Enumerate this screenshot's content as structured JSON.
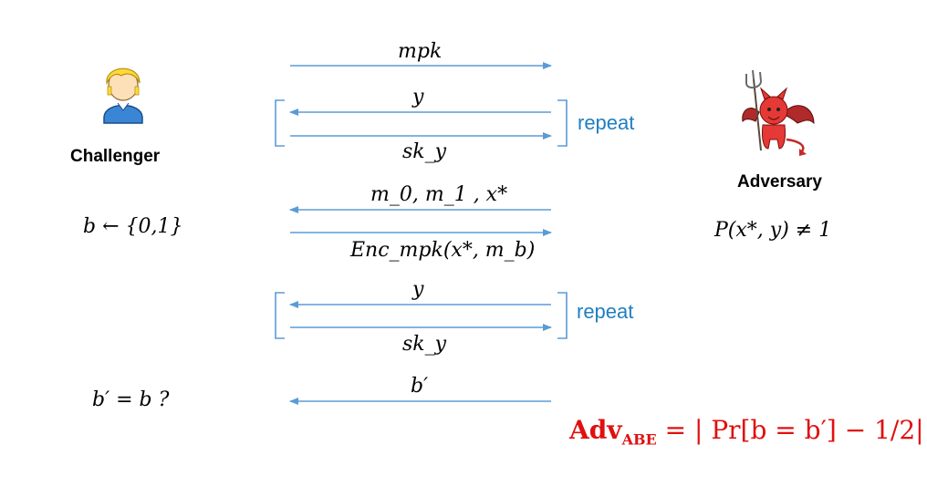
{
  "challenger": {
    "label": "Challenger",
    "icon": "person-icon",
    "sample_bit": "b ← {0,1}",
    "guess_check": "b′ = b ?"
  },
  "adversary": {
    "label": "Adversary",
    "icon": "devil-icon",
    "constraint": "P(x*, y) ≠ 1"
  },
  "messages": {
    "mpk": "mpk",
    "y1": "y",
    "sky1": "sk_y",
    "challenge": "m_0, m_1 , x*",
    "ciphertext": "Enc_mpk(x*, m_b)",
    "y2": "y",
    "sky2": "sk_y",
    "guess": "b′"
  },
  "repeat_labels": [
    "repeat",
    "repeat"
  ],
  "advantage": {
    "lhs": "Adv",
    "lhs_sub": "ABE",
    "rhs": "= | Pr[b = b′] − 1/2|"
  },
  "colors": {
    "arrow": "#5b9bd5",
    "repeat_text": "#1f7fc0",
    "advantage": "#e01010"
  }
}
